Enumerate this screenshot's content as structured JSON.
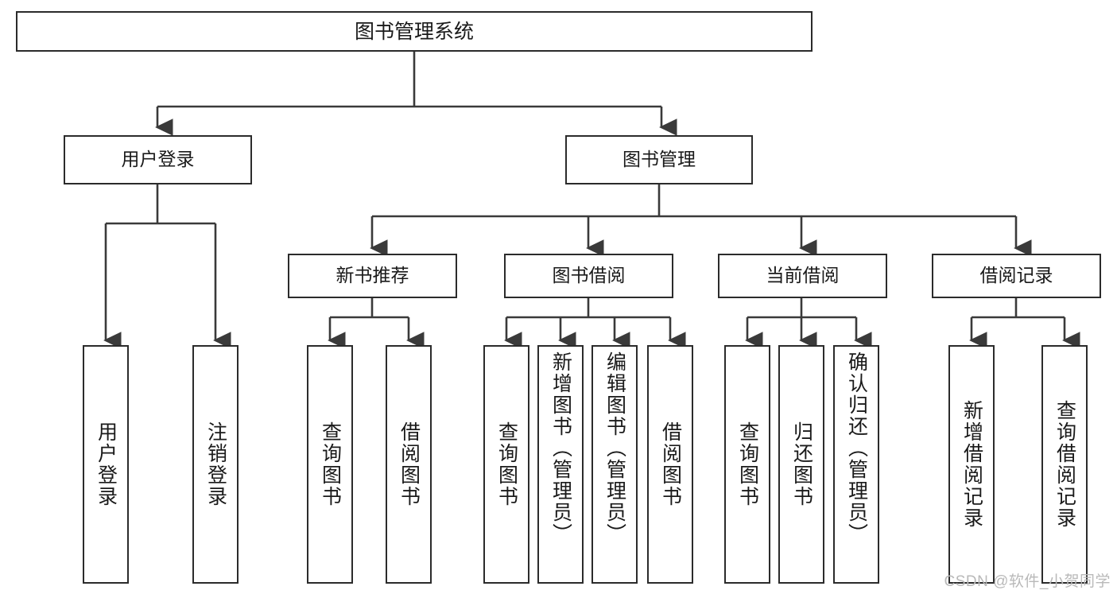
{
  "diagram": {
    "title": "图书管理系统",
    "type": "tree",
    "watermark": "CSDN @软件_小贺同学",
    "colors": {
      "box_border": "#2b2b2b",
      "connector": "#3a3a3a",
      "background": "#ffffff",
      "text": "#1a1a1a",
      "watermark": "#b9b9b9"
    },
    "levels": {
      "root": {
        "label": "图书管理系统"
      },
      "level2": [
        {
          "id": "user-login",
          "label": "用户登录"
        },
        {
          "id": "book-manage",
          "label": "图书管理"
        }
      ],
      "level3": [
        {
          "id": "new-book-rec",
          "label": "新书推荐",
          "parent": "book-manage"
        },
        {
          "id": "book-borrow",
          "label": "图书借阅",
          "parent": "book-manage"
        },
        {
          "id": "current-borrow",
          "label": "当前借阅",
          "parent": "book-manage"
        },
        {
          "id": "borrow-record",
          "label": "借阅记录",
          "parent": "book-manage"
        }
      ],
      "leaves": [
        {
          "id": "leaf-user-login",
          "label": "用户登录",
          "parent": "user-login"
        },
        {
          "id": "leaf-logout",
          "label": "注销登录",
          "parent": "user-login"
        },
        {
          "id": "leaf-query-book-1",
          "label": "查询图书",
          "parent": "new-book-rec"
        },
        {
          "id": "leaf-borrow-book-1",
          "label": "借阅图书",
          "parent": "new-book-rec"
        },
        {
          "id": "leaf-query-book-2",
          "label": "查询图书",
          "parent": "book-borrow"
        },
        {
          "id": "leaf-add-book",
          "label": "新增图书（管理员）",
          "parent": "book-borrow"
        },
        {
          "id": "leaf-edit-book",
          "label": "编辑图书（管理员）",
          "parent": "book-borrow"
        },
        {
          "id": "leaf-borrow-book-2",
          "label": "借阅图书",
          "parent": "book-borrow"
        },
        {
          "id": "leaf-query-book-3",
          "label": "查询图书",
          "parent": "current-borrow"
        },
        {
          "id": "leaf-return-book",
          "label": "归还图书",
          "parent": "current-borrow"
        },
        {
          "id": "leaf-confirm-return",
          "label": "确认归还（管理员）",
          "parent": "current-borrow"
        },
        {
          "id": "leaf-add-record",
          "label": "新增借阅记录",
          "parent": "borrow-record"
        },
        {
          "id": "leaf-query-record",
          "label": "查询借阅记录",
          "parent": "borrow-record"
        }
      ]
    }
  }
}
